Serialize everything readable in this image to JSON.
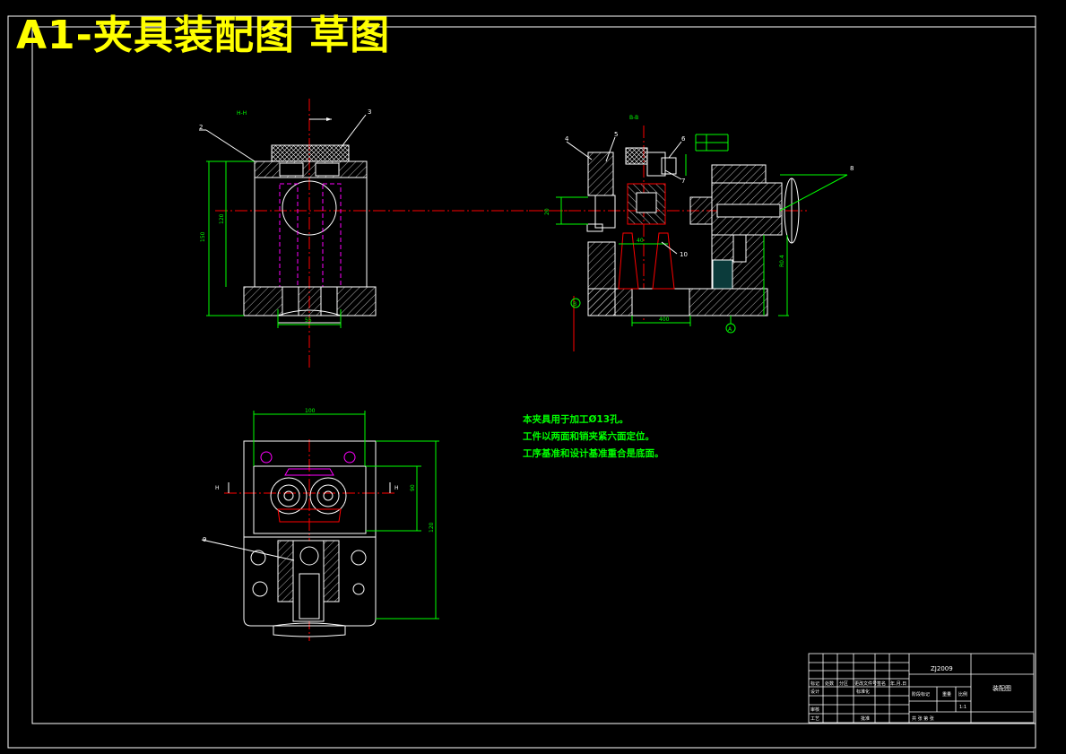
{
  "drawing": {
    "title": "A1-夹具装配图  草图",
    "section_label_top": "H-H",
    "section_label_right": "B-B",
    "notes": [
      "本夹具用于加工Ø13孔。",
      "工件以两面和销夹紧六面定位。",
      "工序基准和设计基准重合是底面。"
    ],
    "balloons": [
      "2",
      "3",
      "4",
      "5",
      "6",
      "7",
      "8",
      "9",
      "10"
    ],
    "datum_labels": [
      "B",
      "A"
    ],
    "section_markers": [
      "H",
      "H"
    ],
    "dimensions": {
      "front_height": "150",
      "front_inner_height": "120",
      "front_base_width": "55",
      "top_width": "100",
      "top_height": "120",
      "top_inner": "90",
      "right_base": "400",
      "right_small": "20",
      "right_mid": "40",
      "right_tol": "R0.4"
    },
    "title_block": {
      "drawing_number": "ZJ2009",
      "drawing_name": "装配图",
      "row_headers": [
        "标记",
        "处数",
        "分区",
        "更改文件号",
        "签名",
        "年.月.日"
      ],
      "roles": [
        "设计",
        "审核",
        "工艺"
      ],
      "standardization": "标准化",
      "approve": "批准",
      "stage_mark": "阶段标记",
      "weight": "重量",
      "scale": "比例",
      "scale_value": "1:1",
      "sheets": "共    张    第    张"
    }
  }
}
